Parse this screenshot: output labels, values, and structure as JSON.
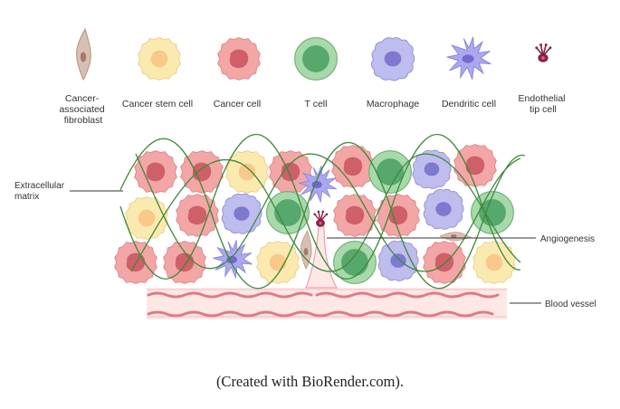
{
  "legend": [
    {
      "id": "caf",
      "lines": [
        "Cancer-",
        "associated",
        "fibroblast"
      ],
      "icon": "fibroblast-icon"
    },
    {
      "id": "csc",
      "lines": [
        "Cancer stem cell"
      ],
      "icon": "cancer-stem-cell-icon"
    },
    {
      "id": "cc",
      "lines": [
        "Cancer cell"
      ],
      "icon": "cancer-cell-icon"
    },
    {
      "id": "tc",
      "lines": [
        "T cell"
      ],
      "icon": "t-cell-icon"
    },
    {
      "id": "mac",
      "lines": [
        "Macrophage"
      ],
      "icon": "macrophage-icon"
    },
    {
      "id": "dc",
      "lines": [
        "Dendritic cell"
      ],
      "icon": "dendritic-cell-icon"
    },
    {
      "id": "etc",
      "lines": [
        "Endothelial",
        "tip cell"
      ],
      "icon": "endothelial-tip-cell-icon"
    }
  ],
  "callouts": {
    "ecm": [
      "Extracellular",
      "matrix"
    ],
    "angiogenesis": [
      "Angiogenesis"
    ],
    "blood_vessel": [
      "Blood vessel"
    ]
  },
  "caption": "(Created with BioRender.com).",
  "colors": {
    "fibroblast": "#c9a89a",
    "stem_cell": "#fbe8a8",
    "cancer_cell": "#f2a3a3",
    "t_cell": "#9ed4a2",
    "macrophage": "#b9b6ea",
    "dendritic": "#aaa6ec",
    "tip_cell": "#8a1f45",
    "matrix": "#3f8a3a",
    "vessel": "#fde8e6"
  }
}
